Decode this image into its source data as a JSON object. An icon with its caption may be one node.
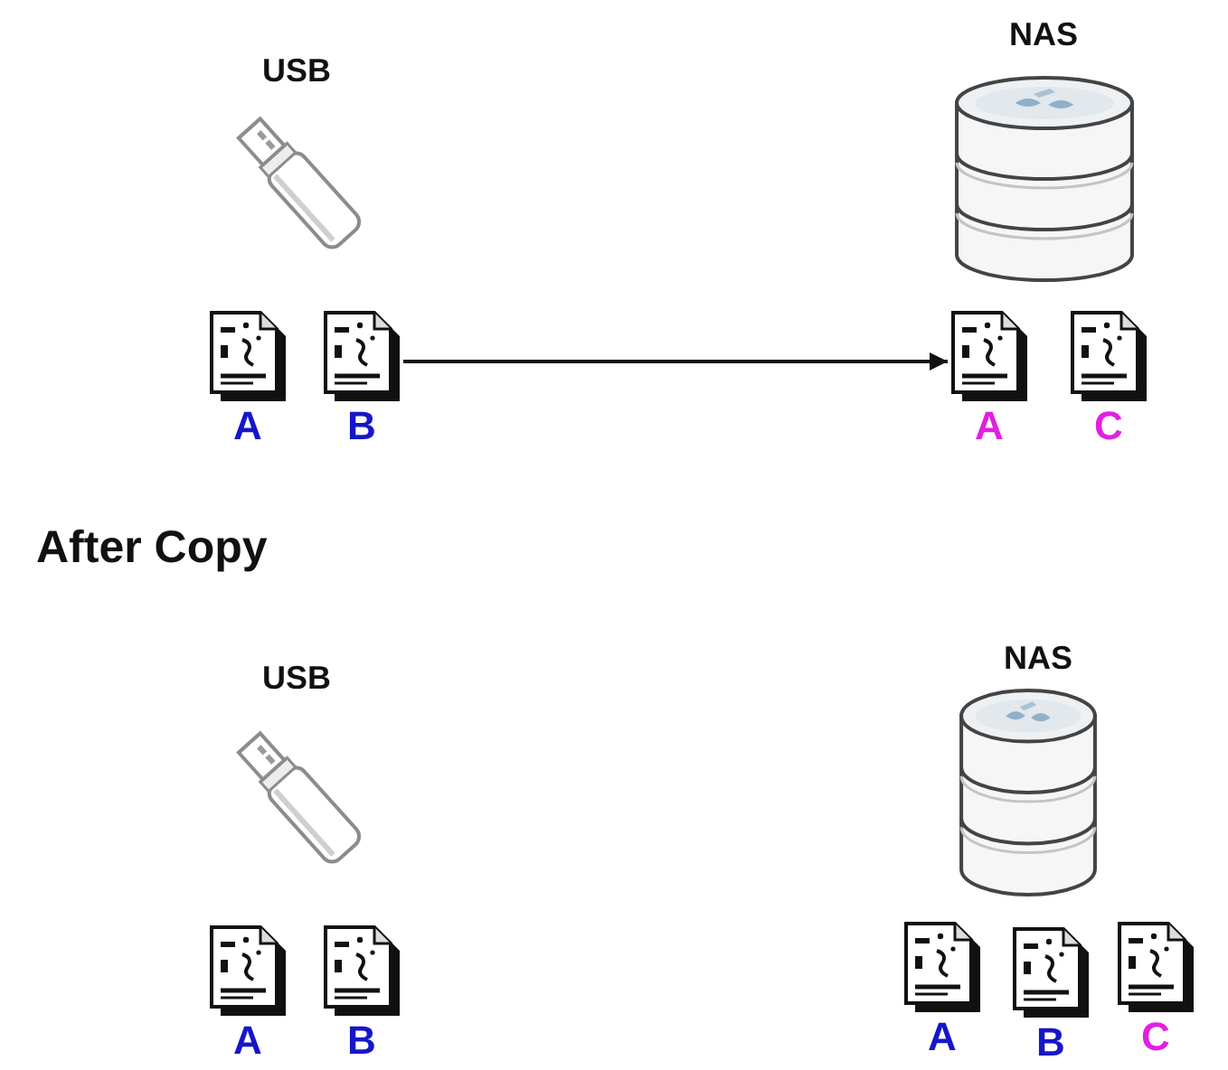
{
  "diagram": {
    "nodes": [
      {
        "text": [
          "USB"
        ]
      },
      {
        "text": [
          "A"
        ]
      },
      {
        "text": [
          "B"
        ]
      },
      {
        "text": [
          "NAS"
        ]
      },
      {
        "text": [
          "A"
        ]
      },
      {
        "text": [
          "C"
        ]
      },
      {
        "text": [
          "USB"
        ]
      },
      {
        "text": [
          "A"
        ]
      },
      {
        "text": [
          "B"
        ]
      },
      {
        "text": [
          "NAS"
        ]
      },
      {
        "text": [
          "A"
        ]
      },
      {
        "text": [
          "B"
        ]
      },
      {
        "text": [
          "C"
        ]
      }
    ],
    "edges": [
      {
        "from": 2,
        "to": 4,
        "arrow": "to"
      }
    ],
    "labels": [
      "After Copy"
    ]
  }
}
